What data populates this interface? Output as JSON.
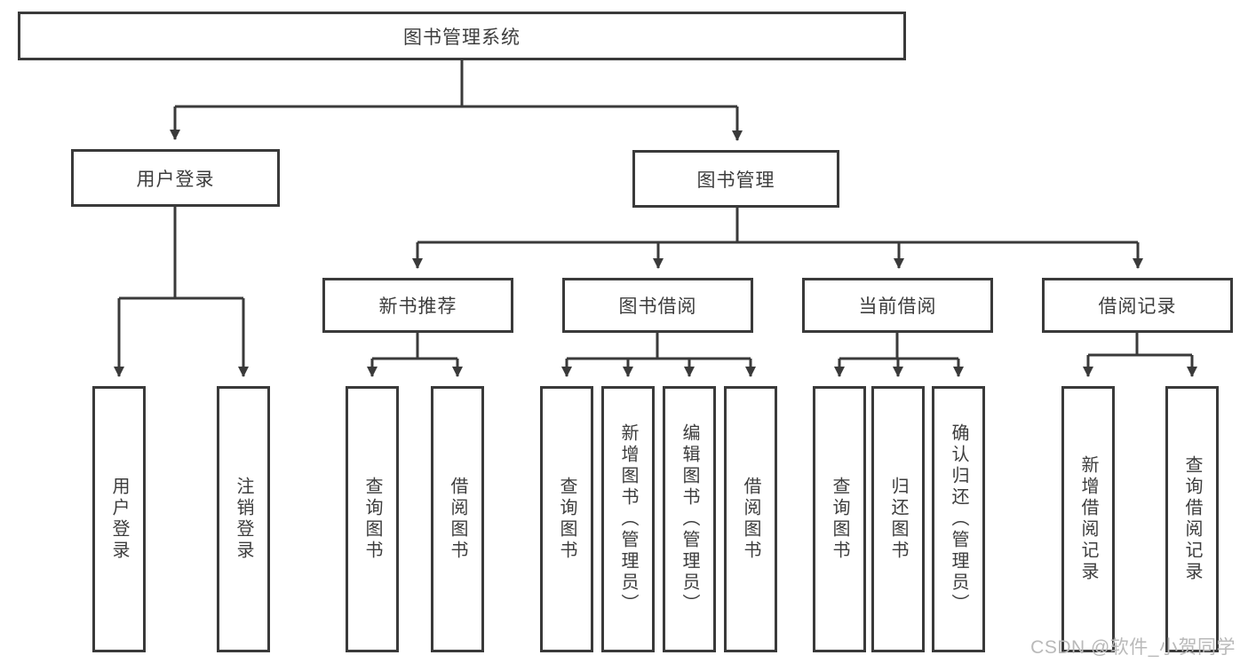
{
  "diagram": {
    "type": "hierarchy-tree",
    "root": {
      "label": "图书管理系统"
    },
    "level1": {
      "user_login": {
        "label": "用户登录"
      },
      "book_management": {
        "label": "图书管理"
      }
    },
    "level2": {
      "new_book_recommend": {
        "label": "新书推荐"
      },
      "book_borrow": {
        "label": "图书借阅"
      },
      "current_borrow": {
        "label": "当前借阅"
      },
      "borrow_records": {
        "label": "借阅记录"
      }
    },
    "leaves": {
      "user_login_leaf": {
        "label": "用户登录",
        "parent": "用户登录"
      },
      "logout_leaf": {
        "label": "注销登录",
        "parent": "用户登录"
      },
      "nbr_query_books": {
        "label": "查询图书",
        "parent": "新书推荐"
      },
      "nbr_borrow_books": {
        "label": "借阅图书",
        "parent": "新书推荐"
      },
      "bb_query_books": {
        "label": "查询图书",
        "parent": "图书借阅"
      },
      "bb_add_books_admin": {
        "label": "新增图书（管理员）",
        "parent": "图书借阅"
      },
      "bb_edit_books_admin": {
        "label": "编辑图书（管理员）",
        "parent": "图书借阅"
      },
      "bb_borrow_books": {
        "label": "借阅图书",
        "parent": "图书借阅"
      },
      "cb_query_books": {
        "label": "查询图书",
        "parent": "当前借阅"
      },
      "cb_return_books": {
        "label": "归还图书",
        "parent": "当前借阅"
      },
      "cb_confirm_return_admin": {
        "label": "确认归还（管理员）",
        "parent": "当前借阅"
      },
      "br_add_record": {
        "label": "新增借阅记录",
        "parent": "借阅记录"
      },
      "br_query_record": {
        "label": "查询借阅记录",
        "parent": "借阅记录"
      }
    },
    "watermark": "CSDN @软件_小贺同学",
    "colors": {
      "line": "#3a3a3a",
      "box_border": "#3a3a3a",
      "text": "#3d3d3d",
      "watermark": "#b9b9b9",
      "background": "#ffffff"
    }
  }
}
